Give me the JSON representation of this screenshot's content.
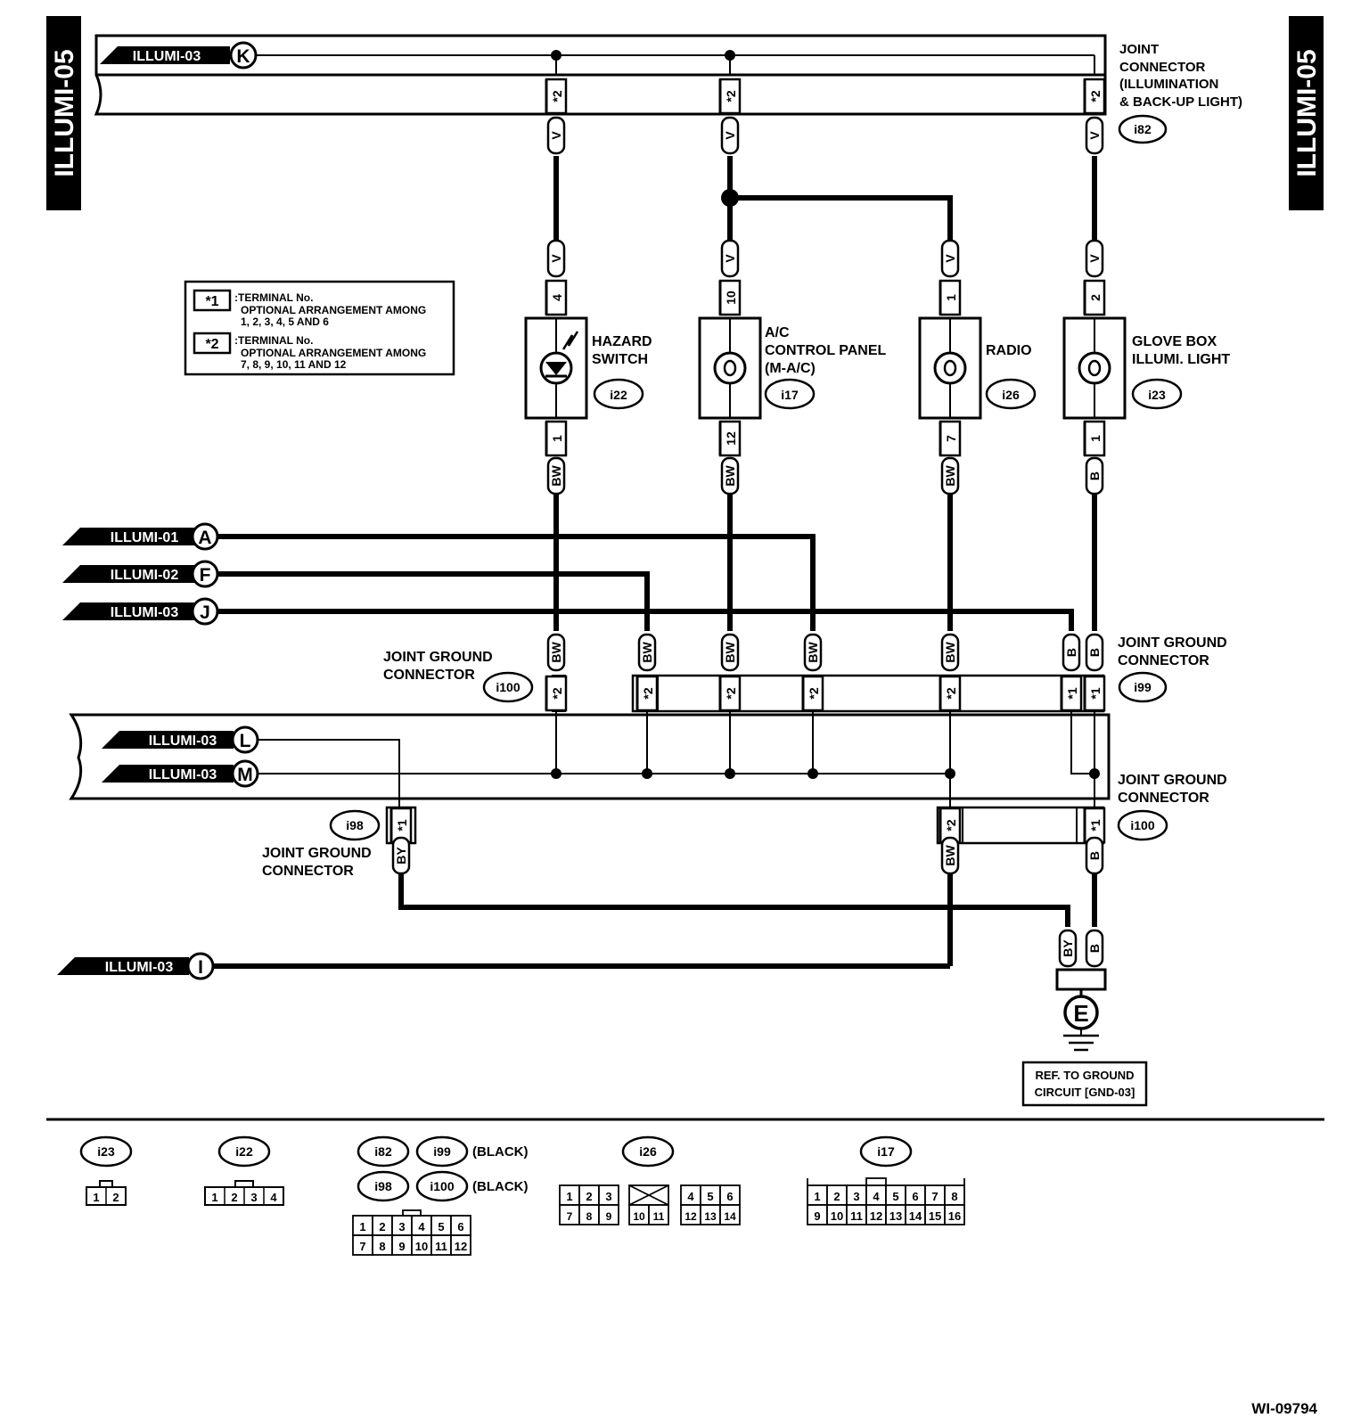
{
  "side_tab": {
    "left": "ILLUMI-05",
    "right": "ILLUMI-05"
  },
  "drawing_id": "WI-09794",
  "legend": {
    "note1": {
      "mark": "*1",
      "text": ":TERMINAL No.",
      "line2": "OPTIONAL ARRANGEMENT AMONG",
      "line3": "1, 2, 3, 4, 5 AND 6"
    },
    "note2": {
      "mark": "*2",
      "text": ":TERMINAL No.",
      "line2": "OPTIONAL ARRANGEMENT AMONG",
      "line3": "7, 8, 9, 10, 11 AND 12"
    }
  },
  "off_page": [
    {
      "label": "ILLUMI-03",
      "letter": "K"
    },
    {
      "label": "ILLUMI-01",
      "letter": "A"
    },
    {
      "label": "ILLUMI-02",
      "letter": "F"
    },
    {
      "label": "ILLUMI-03",
      "letter": "J"
    },
    {
      "label": "ILLUMI-03",
      "letter": "L"
    },
    {
      "label": "ILLUMI-03",
      "letter": "M"
    },
    {
      "label": "ILLUMI-03",
      "letter": "I"
    }
  ],
  "connectors": {
    "i82": {
      "id": "i82",
      "l1": "JOINT",
      "l2": "CONNECTOR",
      "l3": "(ILLUMINATION",
      "l4": "& BACK-UP LIGHT)"
    },
    "i99_top": {
      "id": "i99",
      "l1": "JOINT GROUND",
      "l2": "CONNECTOR"
    },
    "i100_left": {
      "id": "i100",
      "l1": "JOINT GROUND",
      "l2": "CONNECTOR"
    },
    "i100_right": {
      "id": "i100",
      "l1": "JOINT GROUND",
      "l2": "CONNECTOR"
    },
    "i98": {
      "id": "i98",
      "l1": "JOINT GROUND",
      "l2": "CONNECTOR"
    }
  },
  "components": {
    "hazard": {
      "id": "i22",
      "l1": "HAZARD",
      "l2": "SWITCH",
      "pin_top": "4",
      "pin_bot": "1"
    },
    "ac": {
      "id": "i17",
      "l1": "A/C",
      "l2": "CONTROL PANEL",
      "l3": "(M-A/C)",
      "pin_top": "10",
      "pin_bot": "12"
    },
    "radio": {
      "id": "i26",
      "l1": "RADIO",
      "pin_top": "1",
      "pin_bot": "7"
    },
    "glove": {
      "id": "i23",
      "l1": "GLOVE BOX",
      "l2": "ILLUMI. LIGHT",
      "pin_top": "2",
      "pin_bot": "1"
    }
  },
  "wire_colors": {
    "v": "V",
    "bw": "BW",
    "b": "B",
    "by": "BY",
    "star1": "*1",
    "star2": "*2"
  },
  "ground": {
    "letter": "E",
    "l1": "REF. TO GROUND",
    "l2": "CIRCUIT [GND-03]"
  },
  "bottom_connectors": {
    "i23": {
      "id": "i23",
      "pins": [
        "1",
        "2"
      ]
    },
    "i22": {
      "id": "i22",
      "pins": [
        "1",
        "2",
        "3",
        "4"
      ]
    },
    "i82": {
      "id": "i82"
    },
    "i99": {
      "id": "i99",
      "note": "(BLACK)"
    },
    "i98": {
      "id": "i98"
    },
    "i100": {
      "id": "i100",
      "note": "(BLACK)"
    },
    "twelve": {
      "row1": [
        "1",
        "2",
        "3",
        "4",
        "5",
        "6"
      ],
      "row2": [
        "7",
        "8",
        "9",
        "10",
        "11",
        "12"
      ]
    },
    "i26": {
      "id": "i26",
      "row1": [
        "1",
        "2",
        "3",
        "4",
        "5",
        "6"
      ],
      "row2": [
        "7",
        "8",
        "9",
        "10",
        "11",
        "12",
        "13",
        "14"
      ]
    },
    "i17": {
      "id": "i17",
      "row1": [
        "1",
        "2",
        "3",
        "4",
        "5",
        "6",
        "7",
        "8"
      ],
      "row2": [
        "9",
        "10",
        "11",
        "12",
        "13",
        "14",
        "15",
        "16"
      ]
    }
  }
}
